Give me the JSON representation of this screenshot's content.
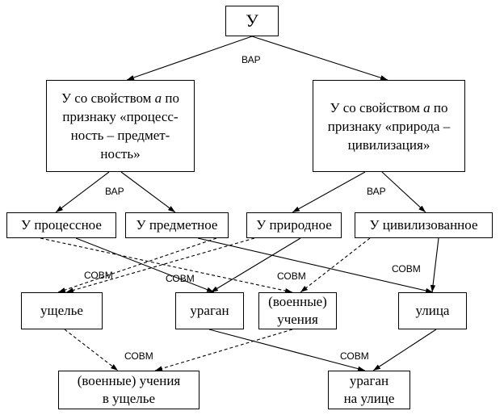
{
  "nodes": {
    "root": "У",
    "left_feature": {
      "line1_pre": "У со свойством ",
      "line1_var": "a",
      "line1_post": " по",
      "rest": "признаку «процесс-\nность – предмет-\nность»"
    },
    "right_feature": {
      "line1_pre": "У со свойством ",
      "line1_var": "a",
      "line1_post": " по",
      "rest": "признаку «природа –\nцивилизация»"
    },
    "u_process": "У процессное",
    "u_object": "У предметное",
    "u_natural": "У природное",
    "u_civil": "У цивилизованное",
    "gorge": "ущелье",
    "hurricane": "ураган",
    "exercises": "(военные)\nучения",
    "street": "улица",
    "exercises_gorge": "(военные) учения\nв ущелье",
    "hurricane_street": "ураган\nна улице"
  },
  "labels": {
    "var_top": "ВАР",
    "var_left": "ВАР",
    "var_right": "ВАР",
    "sovm_1": "СОВМ",
    "sovm_2": "СОВМ",
    "sovm_3": "СОВМ",
    "sovm_4": "СОВМ",
    "sovm_5": "СОВМ",
    "sovm_6": "СОВМ"
  },
  "colors": {
    "line": "#000000",
    "background": "#ffffff"
  }
}
